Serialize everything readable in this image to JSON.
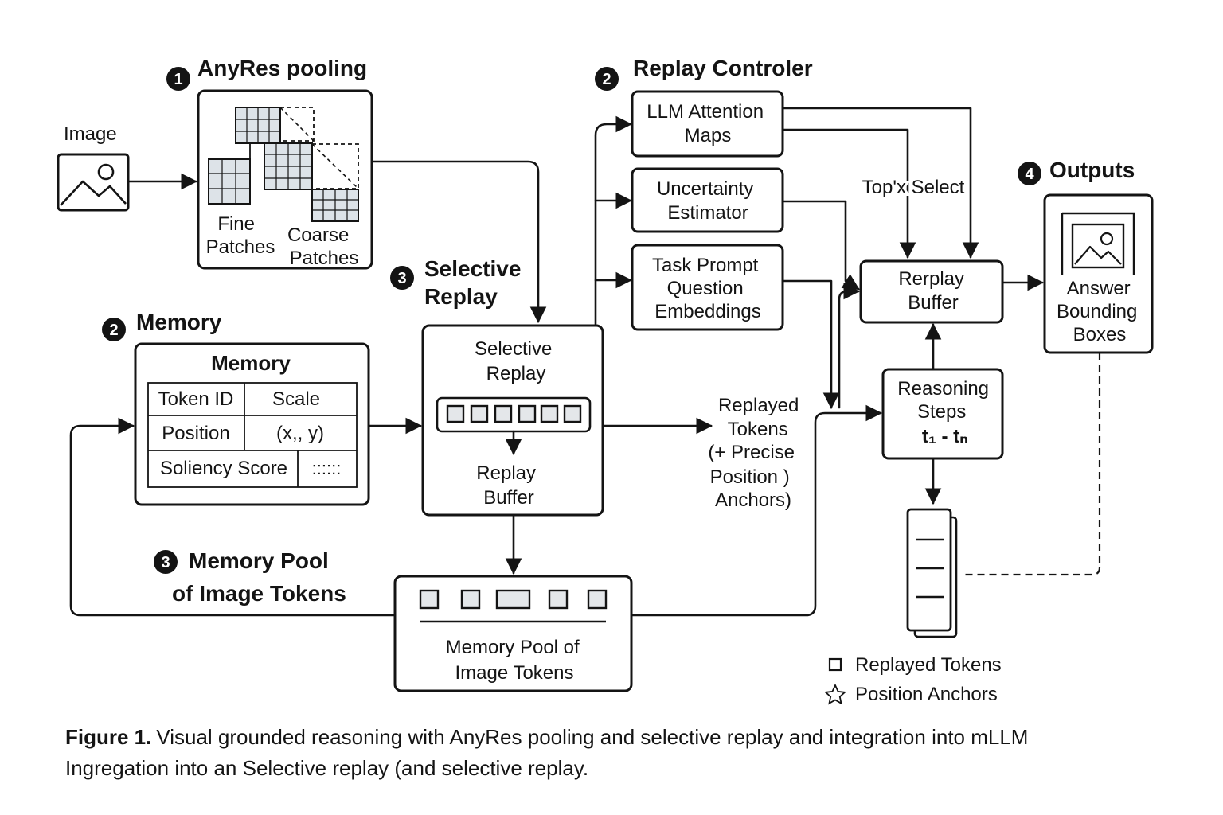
{
  "image_label": "Image",
  "anyres": {
    "badge": "1",
    "title": "AnyRes pooling",
    "fine_label": [
      "Fine",
      "Patches"
    ],
    "coarse_label": [
      "Coarse",
      "Patches"
    ]
  },
  "memory": {
    "badge": "2",
    "section_title": "Memory",
    "table_title": "Memory",
    "rows": [
      [
        "Token ID",
        "Scale"
      ],
      [
        "Position",
        "(x,, y)"
      ],
      [
        "Soliency Score",
        "::::::"
      ]
    ]
  },
  "selective_replay": {
    "badge": "3",
    "section_title": [
      "Selective",
      "Replay"
    ],
    "box_title": [
      "Selective",
      "Replay"
    ],
    "buffer_label": [
      "Replay",
      "Buffer"
    ]
  },
  "replay_controller": {
    "badge": "2",
    "title": "Replay Controler",
    "boxes": [
      [
        "LLM Attention",
        "Maps"
      ],
      [
        "Uncertainty",
        "Estimator"
      ],
      [
        "Task Prompt",
        "Question",
        "Embeddings"
      ]
    ],
    "topk_label": "Top'x Select"
  },
  "replayed_tokens_label": [
    "Replayed",
    "Tokens",
    "(+ Precise",
    "Position   )",
    "Anchors)"
  ],
  "rerplay_buffer": [
    "Rerplay",
    "Buffer"
  ],
  "reasoning": [
    "Reasoning",
    "Steps",
    "t₁ - tₙ"
  ],
  "outputs": {
    "badge": "4",
    "title": "Outputs",
    "box_label": [
      "Answer",
      "Bounding",
      "Boxes"
    ]
  },
  "memory_pool": {
    "badge": "3",
    "section_title": [
      "Memory Pool",
      "of Image Tokens"
    ],
    "box_label": [
      "Memory Pool of",
      "Image Tokens"
    ]
  },
  "legend": [
    {
      "symbol": "square",
      "label": "Replayed Tokens"
    },
    {
      "symbol": "star",
      "label": "Position Anchors"
    }
  ],
  "caption": {
    "prefix": "Figure 1.",
    "line1": "Visual grounded reasoning with AnyRes pooling and selective replay  and integration into mLLM",
    "line2": "Ingregation into an Selective replay (and selective replay."
  }
}
